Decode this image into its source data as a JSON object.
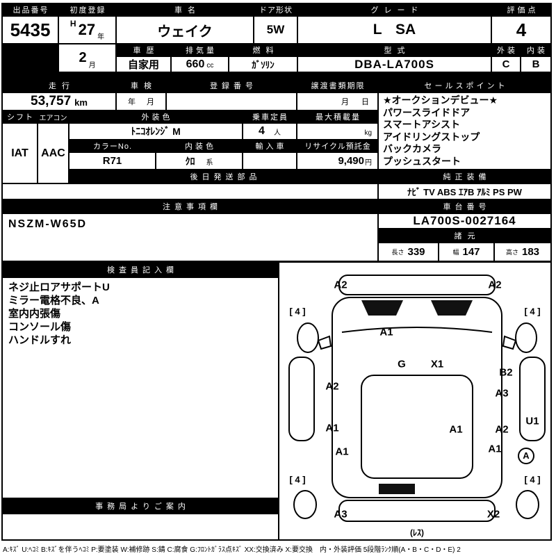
{
  "top": {
    "exhibit_label": "出品番号",
    "exhibit_no": "5435",
    "first_reg_label": "初度登録",
    "era": "H",
    "reg_year": "27",
    "year_unit": "年",
    "reg_month": "2",
    "month_unit": "月",
    "car_name_label": "車名",
    "car_name": "ウェイク",
    "door_label": "ドア形状",
    "door": "5W",
    "grade_label": "グレード",
    "grade": "L SA",
    "score_label": "評価点",
    "score": "4",
    "history_label": "車歴",
    "history": "自家用",
    "disp_label": "排気量",
    "displacement": "660",
    "disp_unit": "cc",
    "fuel_label": "燃料",
    "fuel": "ｶﾞｿﾘﾝ",
    "model_label": "型式",
    "model": "DBA-LA700S",
    "ext_label": "外装",
    "ext_score": "C",
    "int_label": "内装",
    "int_score": "B"
  },
  "mid": {
    "mileage_label": "走行",
    "mileage": "53,757",
    "mileage_unit": "km",
    "shaken_label": "車検",
    "shaken_year": "年",
    "shaken_month": "月",
    "reg_no_label": "登録番号",
    "transfer_label": "譲渡書類期限",
    "transfer_month": "月",
    "transfer_day": "日",
    "sales_label": "セールスポイント",
    "sales_items": [
      "★オークションデビュー★",
      "パワースライドドア",
      "スマートアシスト",
      "アイドリングストップ",
      "バックカメラ",
      "プッシュスタート"
    ],
    "shift_label": "シフト",
    "shift": "IAT",
    "ac_label": "エアコン",
    "ac": "AAC",
    "ext_color_label": "外装色",
    "ext_color": "ﾄﾆｺｵﾚﾝｼﾞ M",
    "capacity_label": "乗車定員",
    "capacity": "4",
    "capacity_unit": "人",
    "load_label": "最大積載量",
    "load_unit": "kg",
    "color_no_label": "カラーNo.",
    "color_no": "R71",
    "int_color_label": "内装色",
    "int_color": "ｸﾛ",
    "int_color_suffix": "系",
    "import_label": "輸入車",
    "recycle_label": "リサイクル預託金",
    "recycle_fee": "9,490",
    "recycle_unit": "円",
    "later_parts_label": "後日発送部品",
    "equip_label": "純正装備",
    "equipment": "ﾅﾋﾞ TV ABS ｴｱB ｱﾙﾐ PS PW",
    "notes_label": "注意事項欄",
    "notes": "NSZM-W65D",
    "chassis_label": "車台番号",
    "chassis_no": "LA700S-0027164",
    "spec_label": "諸元",
    "len_label": "長さ",
    "length": "339",
    "wid_label": "幅",
    "width": "147",
    "hgt_label": "高さ",
    "height": "183"
  },
  "inspector": {
    "label": "検査員記入欄",
    "items": [
      "ネジ止ロアサポートU",
      "ミラー電格不良、A",
      "室内内張傷",
      "コンソール傷",
      "ハンドルすれ"
    ]
  },
  "office_label": "事務局よりご案内",
  "diagram": {
    "marks": [
      "A2",
      "A2",
      "[ 4 ]",
      "[ 4 ]",
      "A1",
      "G",
      "X1",
      "B2",
      "A2",
      "A3",
      "A1",
      "A1",
      "A2",
      "U1",
      "A1",
      "A1",
      "A",
      "[ 4 ]",
      "[ 4 ]",
      "A3",
      "X2",
      "(ﾚｽ)"
    ]
  },
  "legend": "A:ｷｽﾞ U:ﾍｺﾐ B:ｷｽﾞを伴うﾍｺﾐ P:要塗装 W:補修跡 S:錆 C:腐食 G:ﾌﾛﾝﾄｶﾞﾗｽ点ｷｽﾞ XX:交換済み X:要交換　内・外装評価 5段階ﾗﾝｸ順(A・B・C・D・E) 2"
}
